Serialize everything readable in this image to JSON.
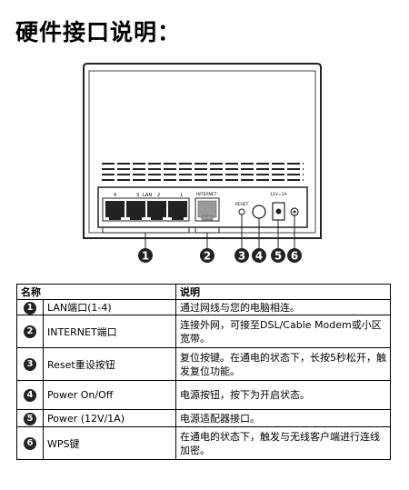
{
  "title": "硬件接口说明：",
  "device": {
    "lan_label": "LAN",
    "lan_port_numbers": [
      "4",
      "3",
      "2",
      "1"
    ],
    "internet_label": "INTERNET",
    "reset_label": "RESET",
    "power_label": "12V=1A",
    "callouts": [
      "1",
      "2",
      "3",
      "4",
      "5",
      "6"
    ]
  },
  "table": {
    "header_name": "名称",
    "header_desc": "说明",
    "rows": [
      {
        "num": "1",
        "name": "LAN端口(1-4)",
        "desc": "通过网线与您的电脑相连。"
      },
      {
        "num": "2",
        "name": "INTERNET端口",
        "desc": "连接外网，可接至DSL/Cable Modem或小区宽带。"
      },
      {
        "num": "3",
        "name": "Reset重设按钮",
        "desc": "复位按键。在通电的状态下，长按5秒松开，触发复位功能。"
      },
      {
        "num": "4",
        "name": "Power On/Off",
        "desc": "电源按钮，按下为开启状态。"
      },
      {
        "num": "5",
        "name": "Power (12V/1A)",
        "desc": "电源适配器接口。"
      },
      {
        "num": "6",
        "name": "WPS键",
        "desc": "在通电的状态下，触发与无线客户端进行连线加密。"
      }
    ]
  }
}
